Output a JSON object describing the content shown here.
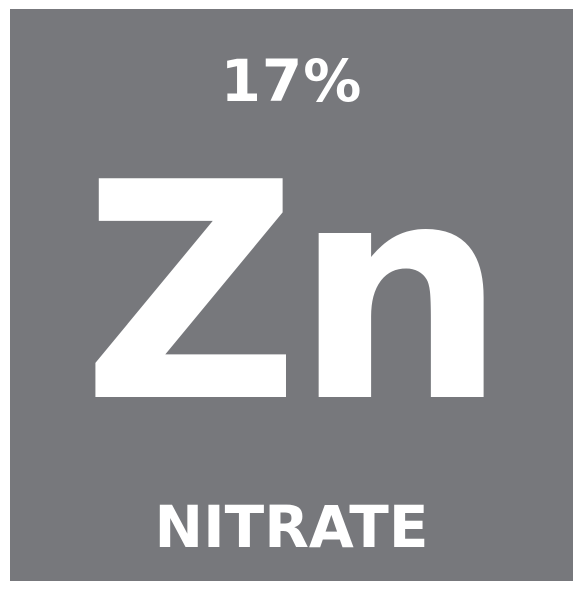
{
  "tile": {
    "percentage": "17%",
    "symbol": "Zn",
    "name": "NITRATE",
    "background_color": "#77787c",
    "text_color": "#ffffff"
  }
}
